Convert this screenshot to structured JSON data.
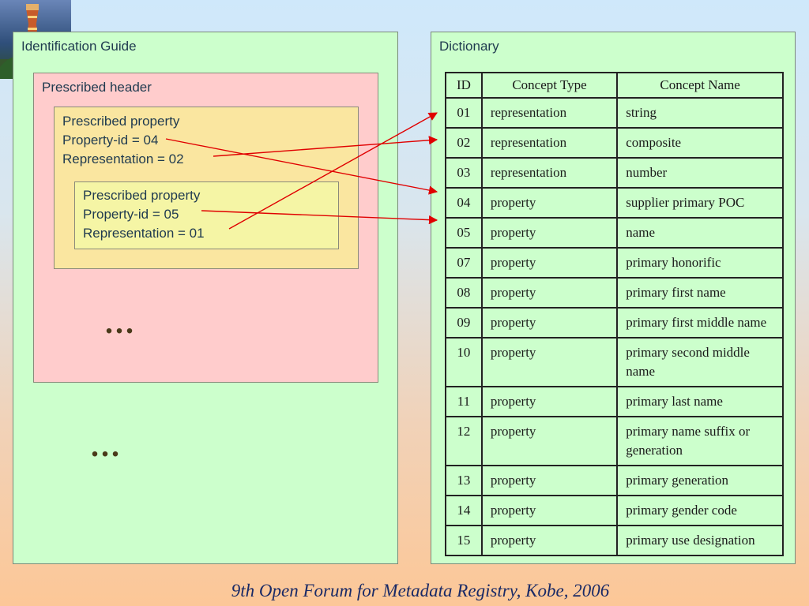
{
  "left_panel": {
    "title": "Identification Guide",
    "header_box": {
      "title": "Prescribed header",
      "outer_property": [
        "Prescribed property",
        "Property-id = 04",
        "Representation = 02"
      ],
      "inner_property": [
        "Prescribed property",
        "Property-id = 05",
        "Representation = 01"
      ],
      "ellipsis": "..."
    },
    "ellipsis": "..."
  },
  "right_panel": {
    "title": "Dictionary",
    "columns": [
      "ID",
      "Concept Type",
      "Concept Name"
    ],
    "rows": [
      {
        "id": "01",
        "type": "representation",
        "name": "string"
      },
      {
        "id": "02",
        "type": "representation",
        "name": "composite"
      },
      {
        "id": "03",
        "type": "representation",
        "name": "number"
      },
      {
        "id": "04",
        "type": "property",
        "name": "supplier primary POC"
      },
      {
        "id": "05",
        "type": "property",
        "name": "name"
      },
      {
        "id": "07",
        "type": "property",
        "name": "primary honorific"
      },
      {
        "id": "08",
        "type": "property",
        "name": "primary first name"
      },
      {
        "id": "09",
        "type": "property",
        "name": "primary first middle name"
      },
      {
        "id": "10",
        "type": "property",
        "name": "primary second middle name"
      },
      {
        "id": "11",
        "type": "property",
        "name": "primary last name"
      },
      {
        "id": "12",
        "type": "property",
        "name": "primary name suffix or generation"
      },
      {
        "id": "13",
        "type": "property",
        "name": "primary generation"
      },
      {
        "id": "14",
        "type": "property",
        "name": "primary gender code"
      },
      {
        "id": "15",
        "type": "property",
        "name": "primary use designation"
      }
    ]
  },
  "colors": {
    "panel_bg": "#ccffcc",
    "header_bg": "#ffcccc",
    "outer_property_bg": "#fae6a0",
    "inner_property_bg": "#f5f5a5",
    "arrow": "#e00000",
    "footer_text": "#1a2a66"
  },
  "footer": "9th Open Forum for Metadata Registry, Kobe, 2006"
}
